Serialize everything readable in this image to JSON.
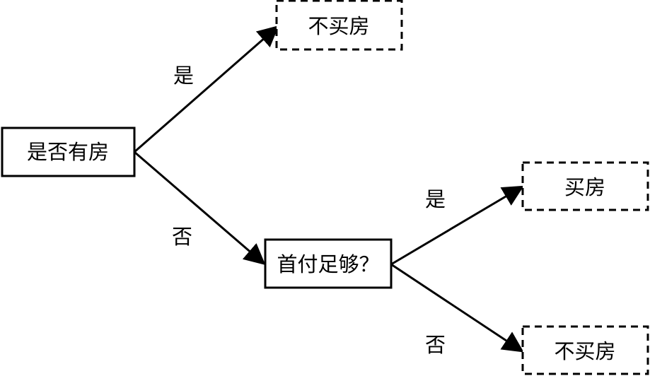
{
  "diagram": {
    "nodes": {
      "root": {
        "label": "是否有房"
      },
      "yes_result": {
        "label": "不买房"
      },
      "down_payment": {
        "label": "首付足够？"
      },
      "buy": {
        "label": "买房"
      },
      "no_result": {
        "label": "不买房"
      }
    },
    "edges": {
      "root_yes": {
        "label": "是"
      },
      "root_no": {
        "label": "否"
      },
      "down_yes": {
        "label": "是"
      },
      "down_no": {
        "label": "否"
      }
    },
    "colors": {
      "stroke": "#000000",
      "background": "#ffffff"
    }
  }
}
